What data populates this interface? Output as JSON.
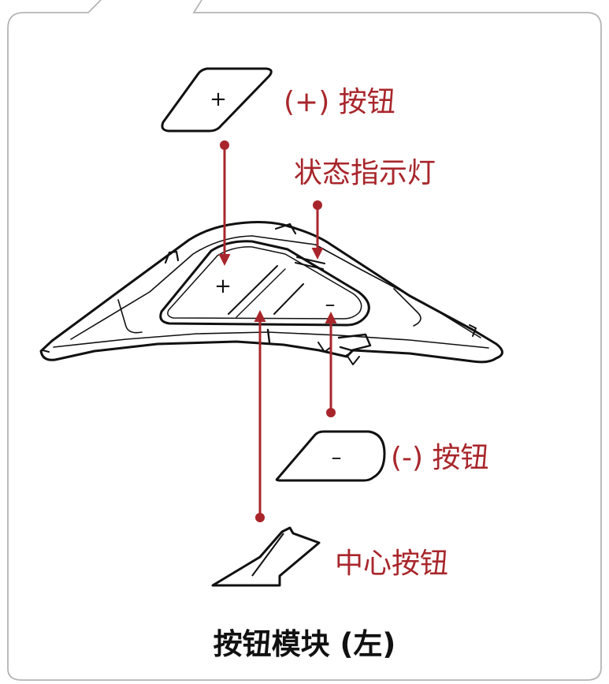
{
  "labels": {
    "plus_button": "(+) 按钮",
    "status_led": "状态指示灯",
    "minus_button": "(-) 按钮",
    "center_button": "中心按钮"
  },
  "caption": "按钮模块 (左)",
  "key_symbols": {
    "plus": "+",
    "minus": "–"
  },
  "colors": {
    "callout": "#a8262b",
    "frame": "#b5b5b5",
    "line_art": "#111111"
  }
}
